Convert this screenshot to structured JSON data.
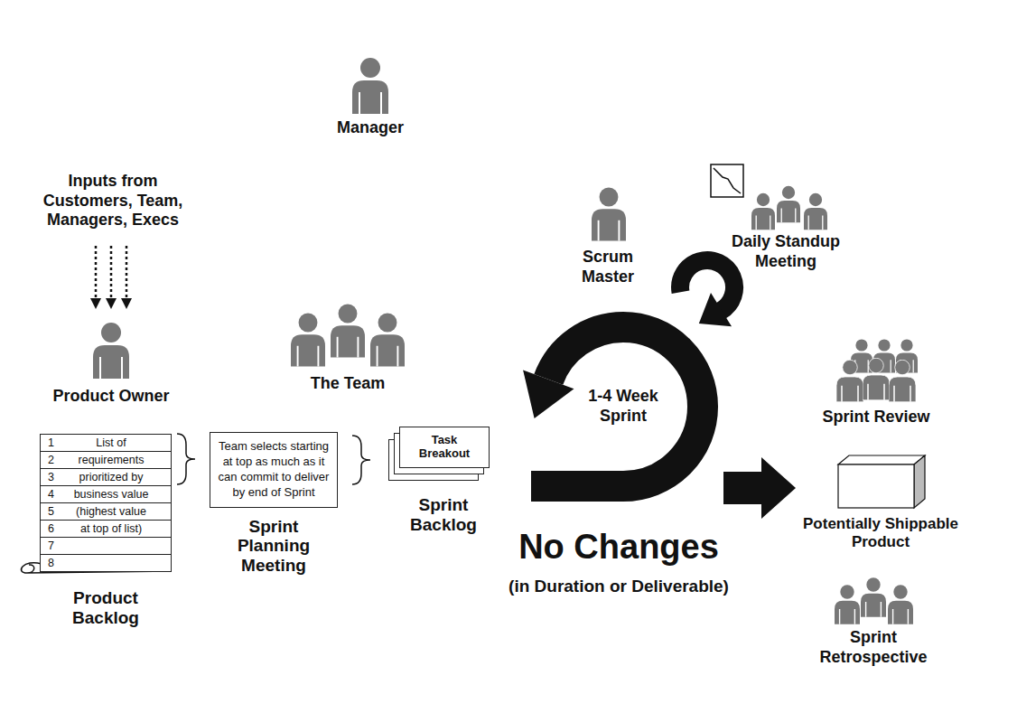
{
  "diagram": {
    "nodes": [
      {
        "text": [
          "1",
          "List of",
          "2",
          "requirements",
          "3",
          "prioritized by",
          "4",
          "business value",
          "5",
          "(highest value",
          "6",
          "at top of list)",
          "7",
          "8",
          "Product Backlog"
        ]
      },
      {
        "text": [
          "Team selects starting at top as much as it can commit to deliver by end of Sprint",
          "Sprint Planning Meeting"
        ]
      },
      {
        "text": [
          "Task Breakout",
          "Sprint Backlog"
        ]
      },
      {
        "text": [
          "1-4 Week Sprint"
        ]
      },
      {
        "text": [
          "Potentially Shippable Product"
        ]
      }
    ],
    "edges": [
      {
        "from": 3,
        "to": 4,
        "arrow": "to"
      }
    ],
    "labels": [
      "Manager",
      "Inputs from Customers, Team, Managers, Execs",
      "Product Owner",
      "The Team",
      "Scrum Master",
      "Daily Standup Meeting",
      "Sprint Review",
      "No Changes",
      "(in Duration or Deliverable)",
      "Sprint Retrospective"
    ]
  }
}
